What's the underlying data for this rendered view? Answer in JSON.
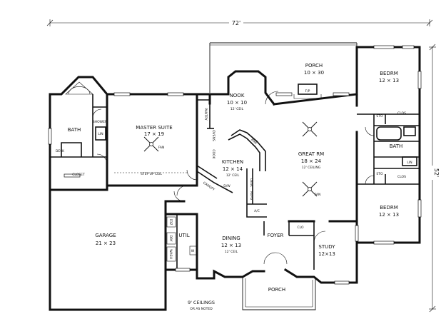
{
  "overall": {
    "width": "72'",
    "depth": "52'"
  },
  "rooms": {
    "porch_rear": {
      "name": "PORCH",
      "size": "10 × 30"
    },
    "nook": {
      "name": "NOOK",
      "size": "10 × 10",
      "ceiling": "12' CEIL"
    },
    "master_suite": {
      "name": "MASTER SUITE",
      "size": "17 × 19",
      "fan": "FAN",
      "ceiling_note": "STEP UP CEIL"
    },
    "bath_master": {
      "name": "BATH",
      "shower": "SHOWER",
      "lin": "LIN",
      "desk": "DESK"
    },
    "closet": {
      "name": "CLOSET"
    },
    "kitchen": {
      "name": "KITCHEN",
      "size": "12 × 14",
      "ceiling": "12' CEIL",
      "pantry": "PANTRY",
      "ovens": "OVENS",
      "cook": "COOK",
      "bar": "BAR",
      "desk": "DESK",
      "refg": "REFG",
      "dw": "D/W",
      "ac": "A/C",
      "canopy": "CANOPY"
    },
    "great_rm": {
      "name": "GREAT RM",
      "size": "18 × 24",
      "ceiling": "12' CEILING",
      "fan": "FAN",
      "fp": "F/P"
    },
    "bedrm_1": {
      "name": "BEDRM",
      "size": "12 × 13"
    },
    "bedrm_2": {
      "name": "BEDRM",
      "size": "12 × 13"
    },
    "bath_hall": {
      "name": "BATH",
      "lin": "LIN",
      "sto1": "STO",
      "clos1": "CLOS",
      "sto2": "STO",
      "clos2": "CLOS"
    },
    "garage": {
      "name": "GARAGE",
      "size": "21 × 23"
    },
    "util": {
      "name": "UTIL",
      "frz": "FRZ",
      "dry": "DRY",
      "wash": "WASH",
      "wh": "W"
    },
    "dining": {
      "name": "DINING",
      "size": "12 × 13",
      "ceiling": "12' CEIL"
    },
    "foyer": {
      "name": "FOYER",
      "clo": "CLO"
    },
    "study": {
      "name": "STUDY",
      "size": "12×13"
    },
    "porch_front": {
      "name": "PORCH"
    }
  },
  "notes": {
    "line1": "9' CEILINGS",
    "line2": "OR AS NOTED"
  }
}
